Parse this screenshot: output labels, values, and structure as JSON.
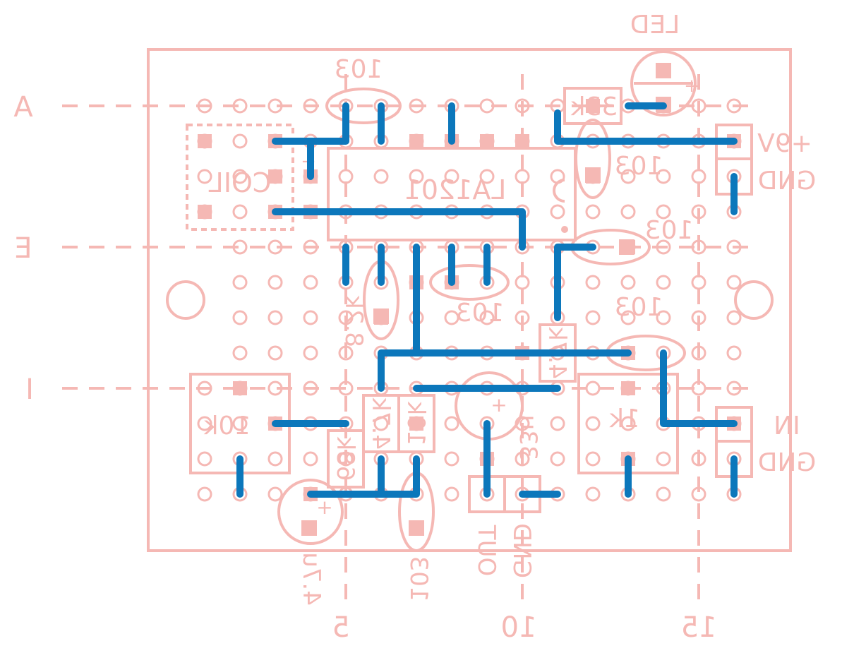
{
  "colors": {
    "silk": "#f5b8b4",
    "wire": "#0c77bb",
    "bg": "#ffffff"
  },
  "rows": [
    "A",
    "E",
    "I"
  ],
  "columns": [
    "5",
    "10",
    "15"
  ],
  "ic": {
    "label": "LA1201"
  },
  "coil": {
    "label": "COIL"
  },
  "parts": {
    "c_top": "103",
    "c_right": "103",
    "c_mid_right": "103",
    "c_center": "103",
    "c_lower_right": "103",
    "c_bottom": "103",
    "r_33k": "33k",
    "r_8k2": "8.2k",
    "r_47k_mid": "4.7k",
    "r_47k": "4.7k",
    "r_10k": "10k",
    "r_10k_pot": "10k",
    "r_1k": "1k",
    "r_68k": "68k",
    "c_elec_bottom": "4.7u",
    "c_elec_mid": "33u",
    "led": "LED"
  },
  "connectors": {
    "power_plus": "+9V",
    "power_gnd": "GND",
    "in": "IN",
    "in_gnd": "GND",
    "out": "OUT",
    "out_gnd": "GND"
  }
}
